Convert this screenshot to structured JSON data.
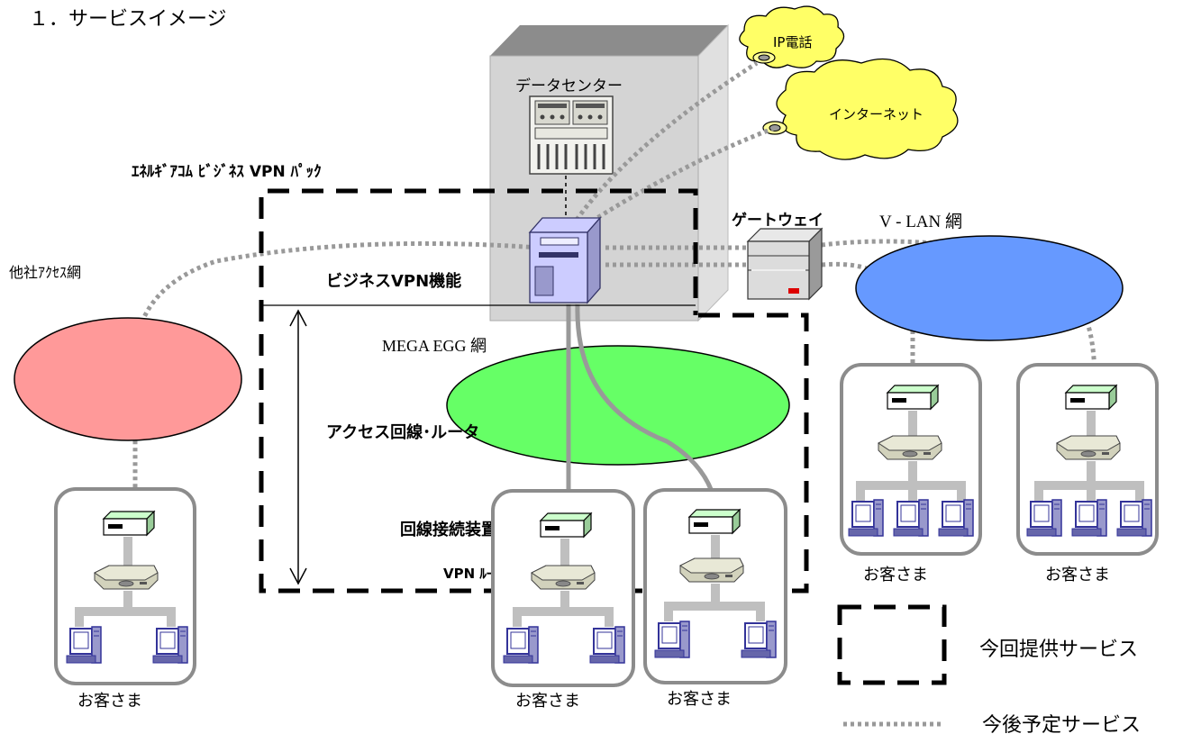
{
  "title": "１．サービスイメージ",
  "labels": {
    "data_center": "データセンター",
    "ip_phone": "IP電話",
    "internet": "インターネット",
    "package_name": "ｴﾈﾙｷﾞｱｺﾑ ﾋﾞｼﾞﾈｽ VPN ﾊﾟｯｸ",
    "gateway": "ゲートウェイ",
    "vlan_network": "V - LAN 網",
    "other_access_network": "他社ｱｸｾｽ網",
    "business_vpn": "ビジネスVPN機能",
    "mega_egg_network": "MEGA EGG 網",
    "access_line_router": "アクセス回線･ルータ",
    "line_connection_device": "回線接続装置",
    "vpn_router": "VPN ﾙｰﾀ"
  },
  "customers": [
    "お客さま",
    "お客さま",
    "お客さま",
    "お客さま",
    "お客さま"
  ],
  "legend": {
    "current_service": "今回提供サービス",
    "future_service": "今後予定サービス"
  },
  "colors": {
    "other_access_network": "#ff9999",
    "mega_egg_network": "#66ff66",
    "vlan_network": "#6699ff",
    "cloud": "#ffff66",
    "building": "#d4d4d4",
    "dotted_line": "#999999",
    "box_border": "#8c8c8c"
  }
}
